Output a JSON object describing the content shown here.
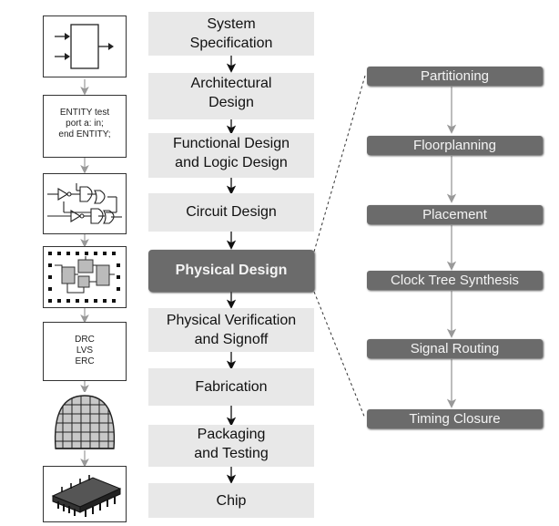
{
  "main_flow": [
    {
      "label": "System\nSpecification"
    },
    {
      "label": "Architectural\nDesign"
    },
    {
      "label": "Functional Design\nand Logic Design"
    },
    {
      "label": "Circuit Design"
    },
    {
      "label": "Physical Design",
      "active": true
    },
    {
      "label": "Physical Verification\nand Signoff"
    },
    {
      "label": "Fabrication"
    },
    {
      "label": "Packaging\nand Testing"
    },
    {
      "label": "Chip"
    }
  ],
  "physical_design_steps": [
    {
      "label": "Partitioning"
    },
    {
      "label": "Floorplanning"
    },
    {
      "label": "Placement"
    },
    {
      "label": "Clock Tree Synthesis"
    },
    {
      "label": "Signal Routing"
    },
    {
      "label": "Timing Closure"
    }
  ],
  "icons": {
    "hdl_code": "ENTITY test\nport a: in;\nend ENTITY;",
    "checks": "DRC\nLVS\nERC"
  },
  "colors": {
    "flow_box": "#e8e8e8",
    "active_box": "#6b6b6b",
    "active_text": "#f4f4f4",
    "arrow": "#888888"
  }
}
